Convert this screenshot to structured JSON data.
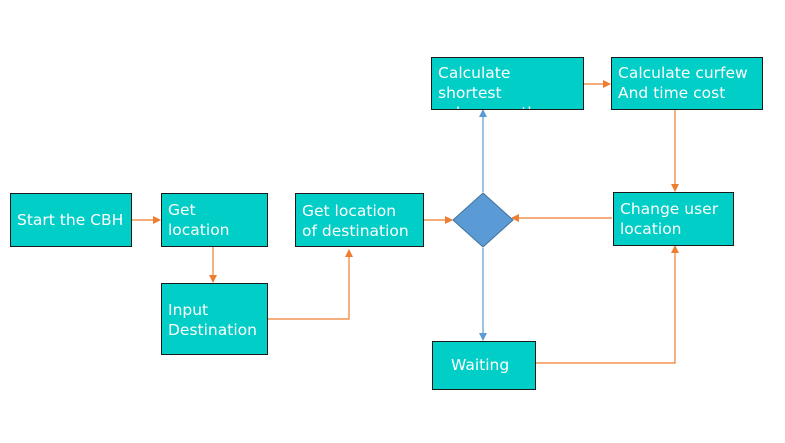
{
  "nodes": {
    "start": "Start the CBH",
    "get_location": "Get location",
    "input_destination": "Input\nDestination",
    "get_destination": "Get location\nof destination",
    "shortest_path": "Calculate shortest\nsubway path",
    "curfew": "Calculate curfew\nAnd time cost",
    "change_location": "Change user\nlocation",
    "waiting": "Waiting"
  },
  "colors": {
    "box_fill": "#00cec7",
    "diamond_fill": "#5b9bd5",
    "orange_arrow": "#ed7d31",
    "blue_arrow": "#5b9bd5"
  }
}
